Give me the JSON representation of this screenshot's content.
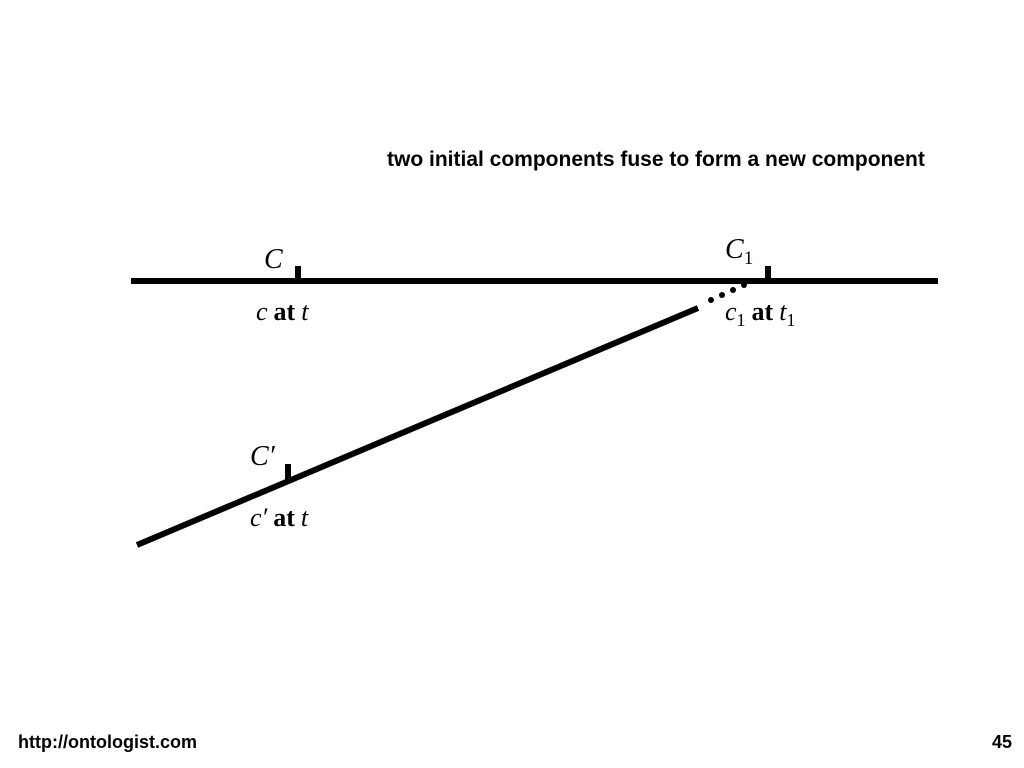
{
  "caption": "two initial components fuse to form a new component",
  "labels": {
    "C": "C",
    "C1_base": "C",
    "C1_sub": "1",
    "C_prime": "C′",
    "at_word": "at",
    "c": "c",
    "t": "t",
    "c1_base": "c",
    "c1_sub": "1",
    "t1_base": "t",
    "t1_sub": "1",
    "c_prime": "c′"
  },
  "footer": {
    "url": "http://ontologist.com",
    "page": "45"
  }
}
